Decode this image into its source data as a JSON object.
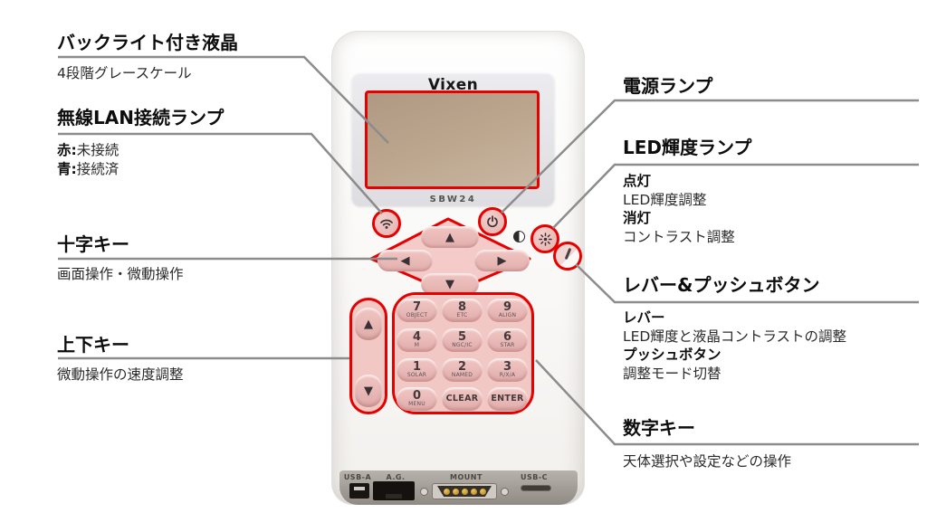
{
  "device": {
    "brand": "Vixen",
    "model": "SBW24",
    "dpad": {
      "up": "▲",
      "down": "▼",
      "left": "◀",
      "right": "▶"
    },
    "side_keys": {
      "up": "▲",
      "down": "▼"
    },
    "keypad": {
      "keys": [
        {
          "num": "7",
          "sub": "OBJECT"
        },
        {
          "num": "8",
          "sub": "ETC"
        },
        {
          "num": "9",
          "sub": "ALIGN"
        },
        {
          "num": "4",
          "sub": "M"
        },
        {
          "num": "5",
          "sub": "NGC/IC"
        },
        {
          "num": "6",
          "sub": "STAR"
        },
        {
          "num": "1",
          "sub": "SOLAR"
        },
        {
          "num": "2",
          "sub": "NAMED"
        },
        {
          "num": "3",
          "sub": "R/X/A"
        },
        {
          "num": "0",
          "sub": "MENU"
        },
        {
          "num": "CLEAR",
          "sub": ""
        },
        {
          "num": "ENTER",
          "sub": ""
        }
      ]
    },
    "ports": {
      "labels": [
        "USB-A",
        "A.G.",
        "MOUNT",
        "USB-C"
      ]
    }
  },
  "callouts": {
    "left": [
      {
        "title": "バックライト付き液晶",
        "desc": "4段階グレースケール"
      },
      {
        "title": "無線LAN接続ランプ",
        "line1_bold": "赤:",
        "line1": "未接続",
        "line2_bold": "青:",
        "line2": "接続済"
      },
      {
        "title": "十字キー",
        "desc": "画面操作・微動操作"
      },
      {
        "title": "上下キー",
        "desc": "微動操作の速度調整"
      }
    ],
    "right": [
      {
        "title": "電源ランプ"
      },
      {
        "title": "LED輝度ランプ",
        "line1_bold": "点灯",
        "line1": "LED輝度調整",
        "line2_bold": "消灯",
        "line2": "コントラスト調整"
      },
      {
        "title": "レバー&プッシュボタン",
        "line1_bold": "レバー",
        "line1": "LED輝度と液晶コントラストの調整",
        "line2_bold": "プッシュボタン",
        "line2": "調整モード切替"
      },
      {
        "title": "数字キー",
        "desc": "天体選択や設定などの操作"
      }
    ]
  },
  "colors": {
    "accent_red": "#e60000",
    "callout_line_gray": "#8c8c8c",
    "lcd_tan": "#bda78f",
    "key_pink": "#f2c8c5"
  }
}
